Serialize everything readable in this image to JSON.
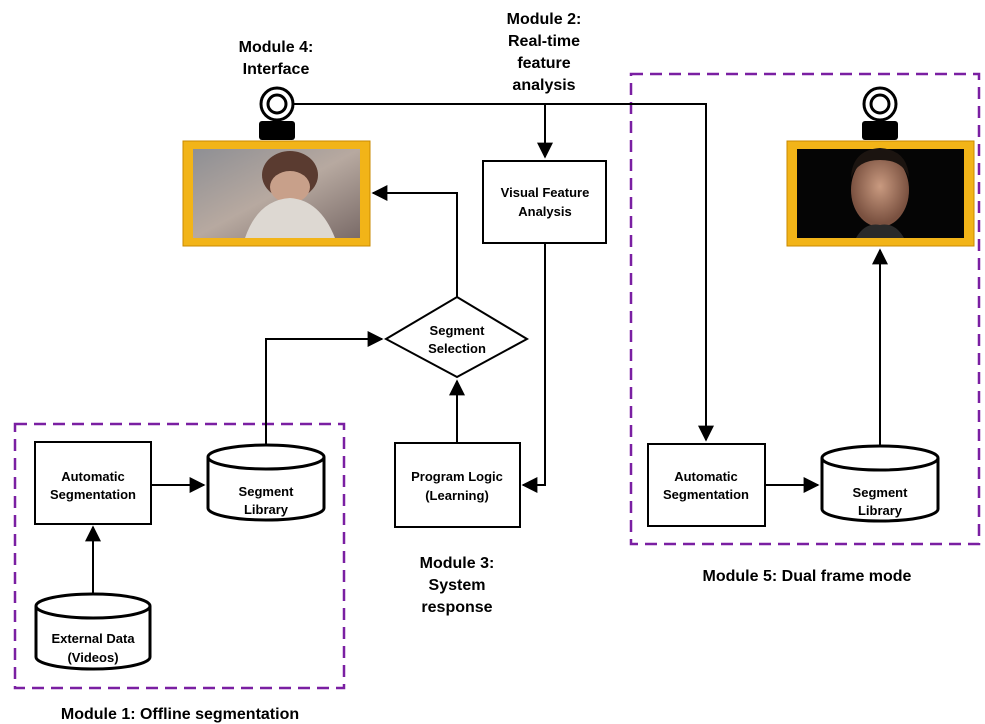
{
  "modules": {
    "m1": "Module 1: Offline segmentation",
    "m2": [
      "Module 2:",
      "Real-time",
      "feature",
      "analysis"
    ],
    "m3": [
      "Module 3:",
      "System",
      "response"
    ],
    "m4": [
      "Module 4:",
      "Interface"
    ],
    "m5": "Module 5: Dual frame mode"
  },
  "nodes": {
    "auto_seg_left": [
      "Automatic",
      "Segmentation"
    ],
    "seg_lib_left": [
      "Segment",
      "Library"
    ],
    "external_data": [
      "External Data",
      "(Videos)"
    ],
    "segment_selection": [
      "Segment",
      "Selection"
    ],
    "visual_feature": [
      "Visual Feature",
      "Analysis"
    ],
    "program_logic": [
      "Program Logic",
      "(Learning)"
    ],
    "auto_seg_right": [
      "Automatic",
      "Segmentation"
    ],
    "seg_lib_right": [
      "Segment",
      "Library"
    ]
  },
  "colors": {
    "module_border": "#7a1fa2",
    "frame": "#f2b418",
    "line": "#000000"
  },
  "icons": {
    "camera_left": "webcam-icon",
    "camera_right": "webcam-icon",
    "photo_left": "baby-video-frame",
    "photo_right": "man-face-video-frame"
  }
}
